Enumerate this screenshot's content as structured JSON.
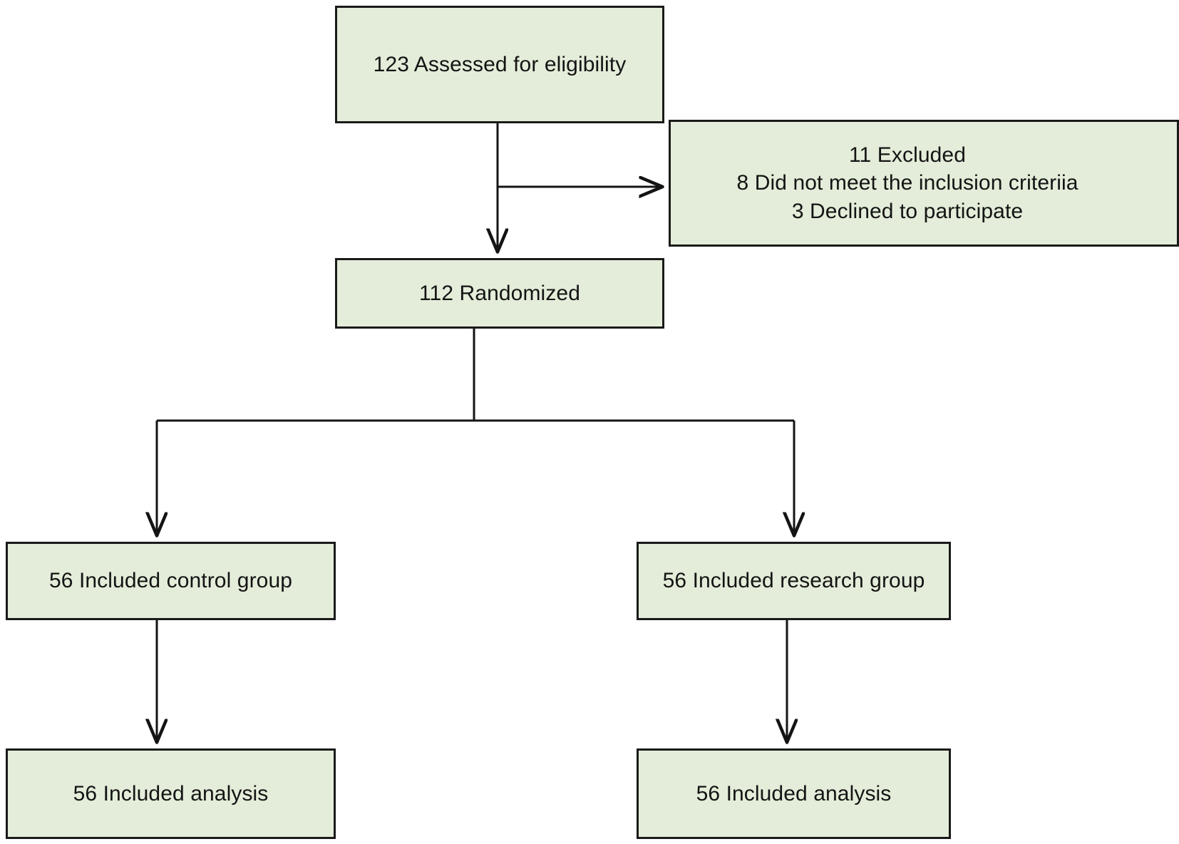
{
  "diagram": {
    "type": "consort-flow-diagram",
    "colors": {
      "box_fill": "#e3edd9",
      "box_border": "#1a1a1a",
      "connector": "#141414",
      "text": "#141414",
      "background": "#ffffff"
    },
    "nodes": {
      "assessed": {
        "id": "assessed-for-eligibility",
        "lines": [
          "123 Assessed for eligibility"
        ],
        "count": 123
      },
      "excluded": {
        "id": "excluded",
        "lines": [
          "11 Excluded",
          "8 Did not meet the inclusion criteriia",
          "3 Declined to participate"
        ],
        "count": 11,
        "reasons": [
          {
            "n": 8,
            "reason": "Did not meet the inclusion criteriia"
          },
          {
            "n": 3,
            "reason": "Declined to participate"
          }
        ]
      },
      "randomized": {
        "id": "randomized",
        "lines": [
          "112 Randomized"
        ],
        "count": 112
      },
      "control_group": {
        "id": "included-control-group",
        "lines": [
          "56 Included control group"
        ],
        "count": 56
      },
      "research_group": {
        "id": "included-research-group",
        "lines": [
          "56 Included research group"
        ],
        "count": 56
      },
      "analysis_left": {
        "id": "included-analysis-control",
        "lines": [
          "56 Included analysis"
        ],
        "count": 56
      },
      "analysis_right": {
        "id": "included-analysis-research",
        "lines": [
          "56 Included analysis"
        ],
        "count": 56
      }
    },
    "edges": [
      {
        "from": "assessed",
        "to": "randomized",
        "arrow": "down"
      },
      {
        "from": "assessed",
        "to": "excluded",
        "arrow": "right"
      },
      {
        "from": "randomized",
        "to": "control_group",
        "arrow": "down"
      },
      {
        "from": "randomized",
        "to": "research_group",
        "arrow": "down"
      },
      {
        "from": "control_group",
        "to": "analysis_left",
        "arrow": "down"
      },
      {
        "from": "research_group",
        "to": "analysis_right",
        "arrow": "down"
      }
    ]
  }
}
